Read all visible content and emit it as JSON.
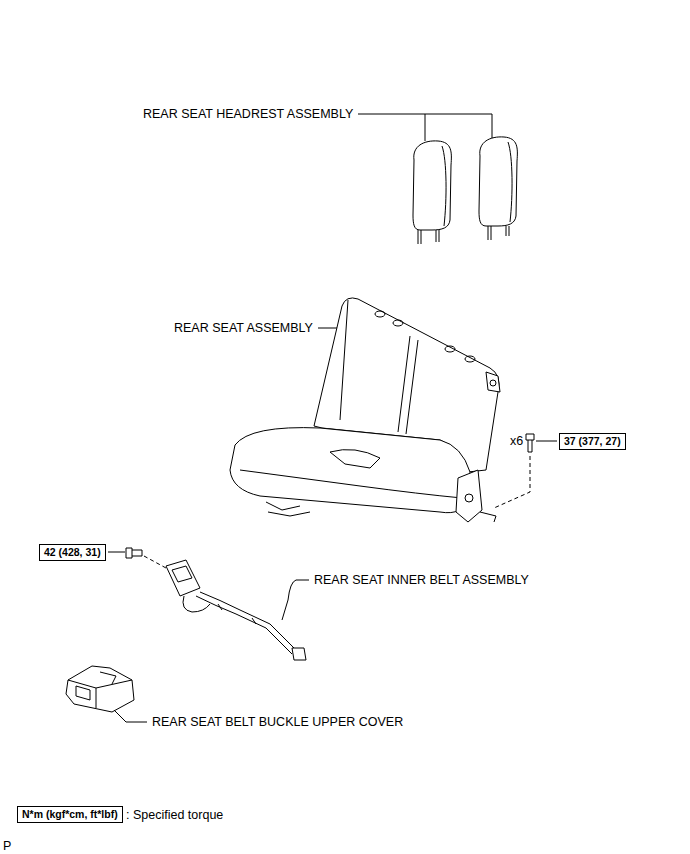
{
  "diagram": {
    "nodes": [
      {
        "text": [
          "37 (377, 27)"
        ]
      },
      {
        "text": [
          "42 (428, 31)"
        ]
      },
      {
        "text": [
          "N*m (kgf*cm, ft*lbf)"
        ]
      }
    ],
    "labels": [
      "REAR SEAT HEADREST ASSEMBLY",
      "REAR SEAT ASSEMBLY",
      "x6",
      "REAR SEAT INNER BELT ASSEMBLY",
      "REAR SEAT BELT BUCKLE UPPER COVER",
      ": Specified torque",
      "P"
    ]
  }
}
